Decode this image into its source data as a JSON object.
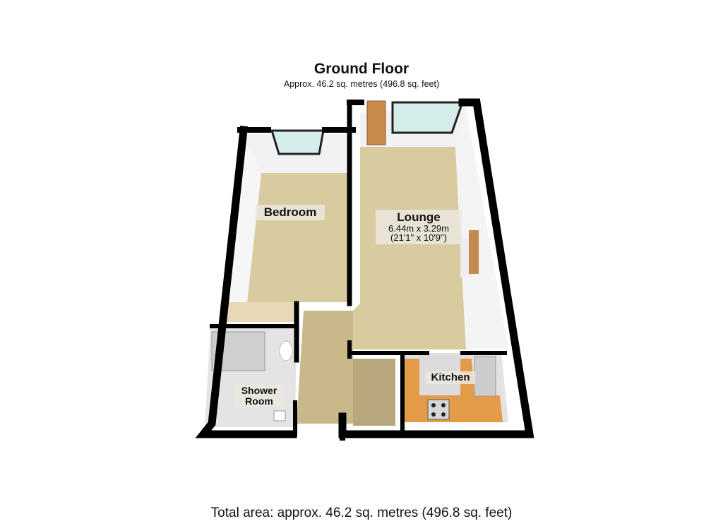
{
  "header": {
    "title": "Ground Floor",
    "subtitle": "Approx. 46.2 sq. metres (496.8 sq. feet)"
  },
  "rooms": [
    {
      "name": "Lounge",
      "dims_metric": "6.44m x 3.29m",
      "dims_imperial": "(21'1\" x 10'9\")"
    },
    {
      "name": "Bedroom"
    },
    {
      "name": "Kitchen"
    },
    {
      "name": "Shower Room"
    }
  ],
  "footer": {
    "total": "Total area: approx. 46.2 sq. metres (496.8 sq. feet)"
  },
  "colors": {
    "wall": "#000000",
    "carpet": "#d8cba0",
    "hall_floor": "#c9b98a",
    "kitchen_worktop": "#e09a45",
    "tile": "#e6e6e6",
    "window": "#cde8e6",
    "door": "#c98a4a"
  }
}
